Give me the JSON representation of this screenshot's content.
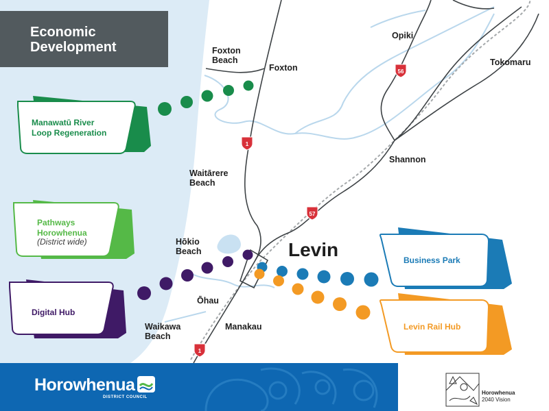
{
  "title": "Economic\nDevelopment",
  "colors": {
    "sea": "#dcebf6",
    "title_box": "#525a5e",
    "road": "#3d4245",
    "rail": "#a4a8aa",
    "river": "#b9d7ec",
    "green": "#198c4b",
    "light_green": "#55b947",
    "purple": "#3f1a66",
    "blue": "#1b7bb6",
    "orange": "#f39a24",
    "footer": "#0e67b2",
    "shield": "#d8313a"
  },
  "places": {
    "foxton_beach": "Foxton\nBeach",
    "foxton": "Foxton",
    "opiki": "Opiki",
    "tokomaru": "Tokomaru",
    "shannon": "Shannon",
    "waitarere_beach": "Waitārere\nBeach",
    "levin": "Levin",
    "hokio_beach": "Hōkio\nBeach",
    "ohau": "Ōhau",
    "manakau": "Manakau",
    "waikawa_beach": "Waikawa\nBeach"
  },
  "highways": {
    "sh1": "1",
    "sh56": "56",
    "sh57": "57"
  },
  "callouts": {
    "manawatu": {
      "label": "Manawatū River\nLoop Regeneration",
      "color": "green"
    },
    "pathways": {
      "label": "Pathways\nHorowhenua",
      "note": "(District wide)",
      "color": "light_green"
    },
    "digital": {
      "label": "Digital Hub",
      "color": "purple"
    },
    "business": {
      "label": "Business Park",
      "color": "blue"
    },
    "rail": {
      "label": "Levin Rail Hub",
      "color": "orange"
    }
  },
  "footer": {
    "brand": "Horowhenua",
    "subtitle": "DISTRICT COUNCIL",
    "vision_name": "Horowhenua",
    "vision_tag": "2040 Vision"
  },
  "icons": {
    "council_logo": "wave-logo-icon",
    "vision_logo": "vision-logo-icon"
  }
}
